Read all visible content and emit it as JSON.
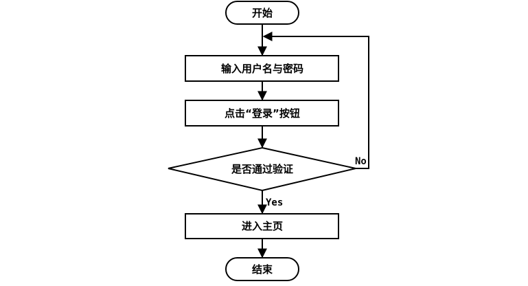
{
  "flowchart": {
    "nodes": {
      "start": {
        "label": "开始",
        "shape": "terminal"
      },
      "enter_credentials": {
        "label": "输入用户名与密码",
        "shape": "process"
      },
      "click_login": {
        "label": "点击“登录”按钮",
        "shape": "process"
      },
      "verify": {
        "label": "是否通过验证",
        "shape": "decision"
      },
      "enter_homepage": {
        "label": "进入主页",
        "shape": "process"
      },
      "end": {
        "label": "结束",
        "shape": "terminal"
      }
    },
    "edges": {
      "no_label": "No",
      "yes_label": "Yes"
    },
    "colors": {
      "stroke": "#000000",
      "fill": "#ffffff",
      "text": "#000000"
    }
  }
}
